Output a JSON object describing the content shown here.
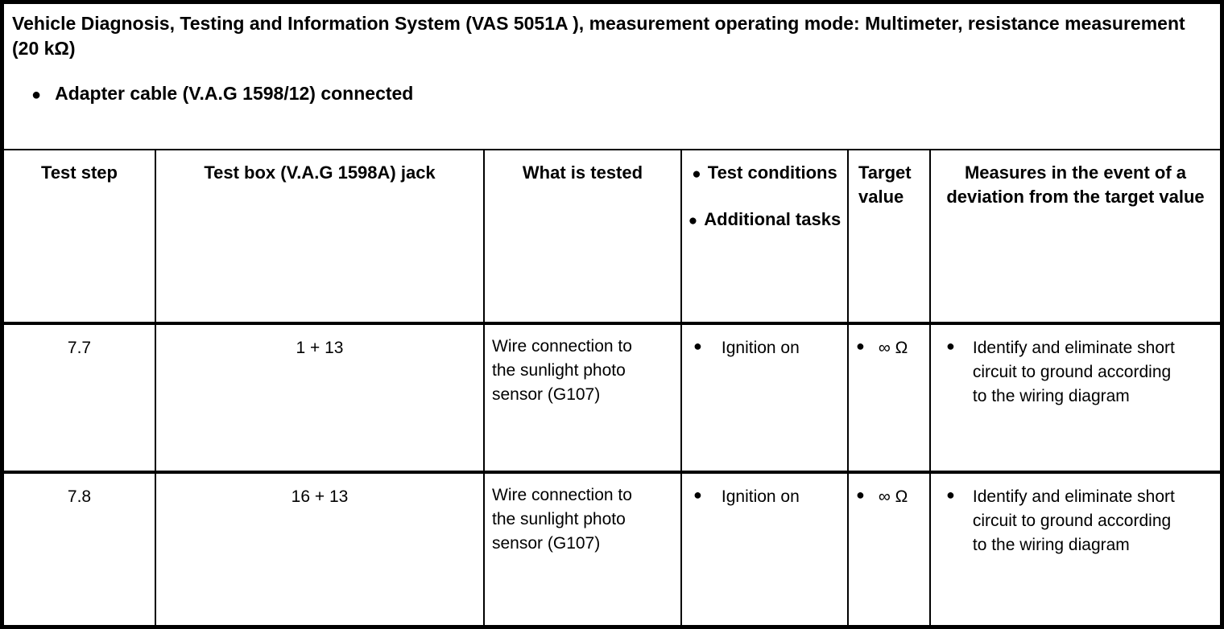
{
  "glyphs": {
    "bullet": "●"
  },
  "colors": {
    "border": "#000000",
    "background": "#ffffff",
    "text": "#000000"
  },
  "header": {
    "title": "Vehicle Diagnosis, Testing and Information System (VAS 5051A ), measurement operating mode: Multimeter, resistance measurement (20 kΩ)",
    "intro_bullet": "Adapter cable (V.A.G 1598/12) connected"
  },
  "table": {
    "headers": {
      "test_step": "Test step",
      "jack": "Test box (V.A.G 1598A) jack",
      "what": "What is tested",
      "conditions_items": [
        "Test conditions",
        "Additional tasks"
      ],
      "target": "Target value",
      "measures": "Measures in the event of a deviation from the target value"
    },
    "rows": [
      {
        "test_step": "7.7",
        "jack": "1 + 13",
        "what": "Wire connection to the sunlight photo sensor (G107)",
        "conditions": [
          "Ignition on"
        ],
        "target": [
          "∞ Ω"
        ],
        "measures": [
          "Identify and eliminate short circuit to ground according to the wiring diagram"
        ]
      },
      {
        "test_step": "7.8",
        "jack": "16 + 13",
        "what": "Wire connection to the sunlight photo sensor (G107)",
        "conditions": [
          "Ignition on"
        ],
        "target": [
          "∞ Ω"
        ],
        "measures": [
          "Identify and eliminate short circuit to ground according to the wiring diagram"
        ]
      }
    ]
  }
}
